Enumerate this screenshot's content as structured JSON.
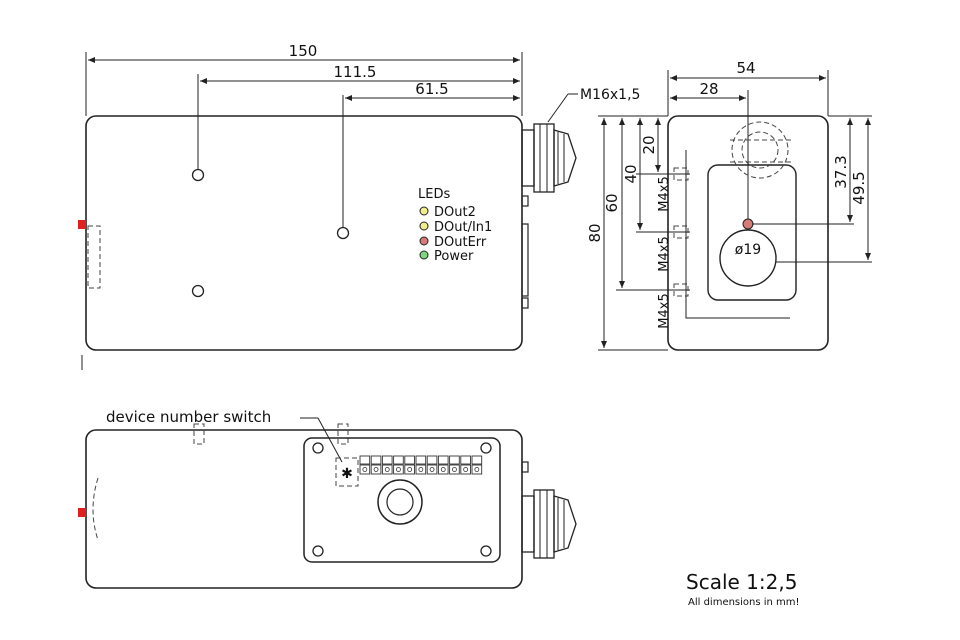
{
  "dimensions": {
    "total_length": "150",
    "hole_one": "111.5",
    "hole_two": "61.5",
    "cable_gland_thread": "M16x1,5",
    "side_width": "54",
    "side_center_offset": "28",
    "side_d20": "20",
    "side_d40": "40",
    "side_d60": "60",
    "side_d80": "80",
    "side_d37": "37.3",
    "side_d49": "49.5",
    "thread_hole_1": "M4x5",
    "thread_hole_2": "M4x5",
    "thread_hole_3": "M4x5",
    "bore_diameter": "ø19"
  },
  "leds": {
    "title": "LEDs",
    "items": [
      {
        "label": "DOut2",
        "color": "#f3ee8c"
      },
      {
        "label": "DOut/In1",
        "color": "#f3ee8c"
      },
      {
        "label": "DOutErr",
        "color": "#d97a7a"
      },
      {
        "label": "Power",
        "color": "#7fd67f"
      }
    ]
  },
  "labels": {
    "device_switch": "device number switch"
  },
  "footer": {
    "scale": "Scale 1:2,5",
    "note": "All dimensions in mm!"
  },
  "colors": {
    "line": "#222222",
    "red_marker": "#e02020"
  }
}
